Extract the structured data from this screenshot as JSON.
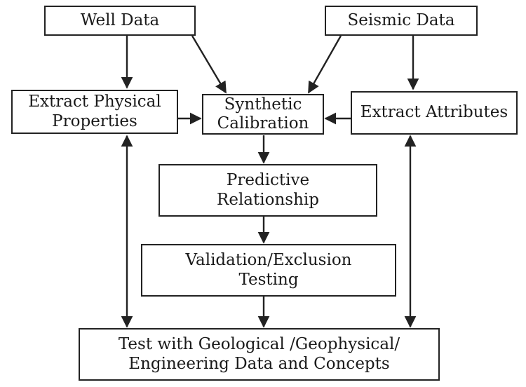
{
  "diagram": {
    "nodes": {
      "well_data": "Well Data",
      "seismic_data": "Seismic Data",
      "extract_physical_properties": "Extract Physical\nProperties",
      "synthetic_calibration": "Synthetic\nCalibration",
      "extract_attributes": "Extract Attributes",
      "predictive_relationship": "Predictive\nRelationship",
      "validation_exclusion_testing": "Validation/Exclusion\nTesting",
      "test_with_data": "Test with Geological /Geophysical/\nEngineering Data and Concepts"
    },
    "edges": [
      {
        "from": "well_data",
        "to": "extract_physical_properties",
        "direction": "forward"
      },
      {
        "from": "well_data",
        "to": "synthetic_calibration",
        "direction": "forward"
      },
      {
        "from": "seismic_data",
        "to": "synthetic_calibration",
        "direction": "forward"
      },
      {
        "from": "seismic_data",
        "to": "extract_attributes",
        "direction": "forward"
      },
      {
        "from": "extract_physical_properties",
        "to": "synthetic_calibration",
        "direction": "forward"
      },
      {
        "from": "extract_attributes",
        "to": "synthetic_calibration",
        "direction": "forward"
      },
      {
        "from": "synthetic_calibration",
        "to": "predictive_relationship",
        "direction": "forward"
      },
      {
        "from": "predictive_relationship",
        "to": "validation_exclusion_testing",
        "direction": "forward"
      },
      {
        "from": "validation_exclusion_testing",
        "to": "test_with_data",
        "direction": "forward"
      },
      {
        "from": "extract_physical_properties",
        "to": "test_with_data",
        "direction": "both"
      },
      {
        "from": "extract_attributes",
        "to": "test_with_data",
        "direction": "both"
      }
    ],
    "colors": {
      "stroke": "#222222",
      "text": "#1a1a1a",
      "background": "#ffffff"
    }
  }
}
